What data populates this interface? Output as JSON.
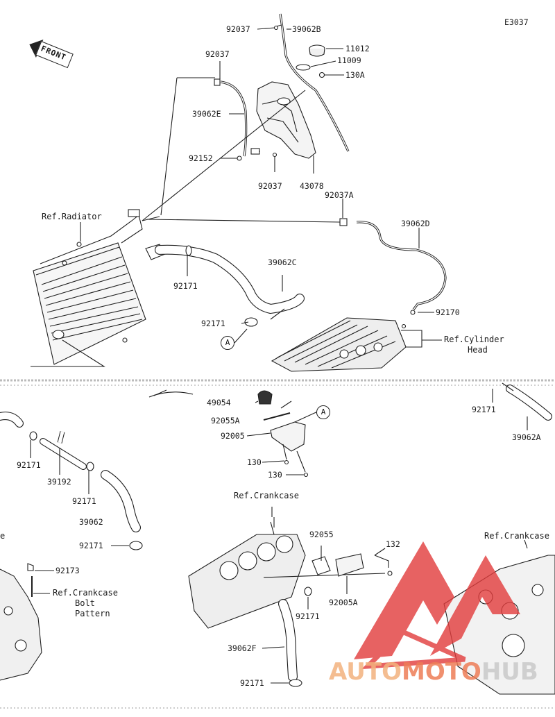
{
  "diagram_code": "E3037",
  "front_label": "FRONT",
  "callout_letter": "A",
  "watermark": {
    "text_auto": "AUTO",
    "text_moto": "MOTO",
    "text_hub": "HUB",
    "color_red": "#e23c3c",
    "color_orange": "#f2a765"
  },
  "refs": {
    "radiator": "Ref.Radiator",
    "cylinder_head_1": "Ref.Cylinder",
    "cylinder_head_2": "Head",
    "crankcase_a": "Ref.Crankcase",
    "crankcase_b": "Ref.Crankcase",
    "crankcase_bolt_1": "Ref.Crankcase",
    "crankcase_bolt_2": "Bolt",
    "crankcase_bolt_3": "Pattern",
    "partial_left": "e"
  },
  "parts": {
    "p92037_top": "92037",
    "p39062B": "39062B",
    "p11012": "11012",
    "p11009": "11009",
    "p130A": "130A",
    "p92037_left": "92037",
    "p39062E": "39062E",
    "p92152": "92152",
    "p92037_bottom": "92037",
    "p43078": "43078",
    "p92037A": "92037A",
    "p39062D": "39062D",
    "p39062C": "39062C",
    "p92171_a": "92171",
    "p92171_b": "92171",
    "p92170": "92170",
    "p49054": "49054",
    "p92055A": "92055A",
    "p92005": "92005",
    "p130_a": "130",
    "p130_b": "130",
    "p92171_c": "92171",
    "p39062A": "39062A",
    "p92171_d": "92171",
    "p39192": "39192",
    "p92171_e": "92171",
    "p39062": "39062",
    "p92171_f": "92171",
    "p92173": "92173",
    "p92055": "92055",
    "p132": "132",
    "p92005A": "92005A",
    "p92171_g": "92171",
    "p39062F": "39062F",
    "p92171_h": "92171"
  }
}
